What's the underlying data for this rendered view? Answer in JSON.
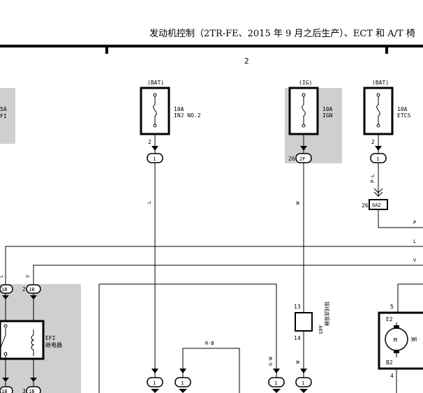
{
  "header": {
    "title": "发动机控制（2TR-FE、2015 年 9 月之后生产）、ECT 和 A/T 椅",
    "page_index": "2"
  },
  "fuses": {
    "left_cut": {
      "amp": "5A",
      "name": "FI"
    },
    "inj": {
      "source": "(BAT)",
      "amp": "10A",
      "name": "INJ NO.2",
      "pin": "2",
      "conn": "1"
    },
    "ign": {
      "source": "(IG)",
      "amp": "10A",
      "name": "IGN",
      "pin": "26",
      "conn": "2F"
    },
    "etcs": {
      "source": "(BAT)",
      "amp": "10A",
      "name": "ETCS",
      "pin": "2",
      "conn": "1"
    }
  },
  "wires": {
    "inj_color": "L",
    "ign_color": "W",
    "etcs_color": "P-L",
    "p_label": "P",
    "l_label": "L",
    "v_label": "V",
    "left_l": "L",
    "left_v": "V",
    "rb_label": "R-B",
    "gw_label": "G-W",
    "w_low": "W"
  },
  "connectors": {
    "ga2": {
      "pin": "26",
      "label": "GA2"
    },
    "1b_left": {
      "pin": "",
      "label": "1B"
    },
    "1b_mid": {
      "pin": "2",
      "label": "1B"
    },
    "bottom_1a": "1",
    "bottom_1b": "1",
    "bottom_1c": "1",
    "bottom_1d": "1",
    "bl_left": "1B",
    "bl_mid": "1B",
    "bl_mid_pin": "3"
  },
  "relay": {
    "name": "EFI",
    "desc": "继电器"
  },
  "a65": {
    "pin_top": "13",
    "pin_bottom": "14",
    "code": "A65",
    "name": "接线连接器"
  },
  "pump": {
    "pin_top": "5",
    "pin_bottom": "4",
    "e2": "E2",
    "b2": "B2",
    "motor": "M",
    "name": "泵"
  }
}
